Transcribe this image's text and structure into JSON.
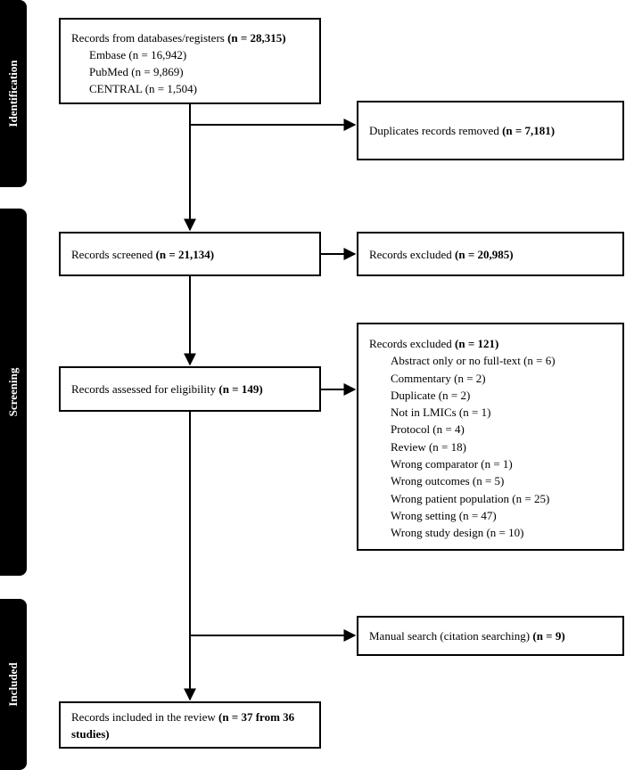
{
  "phases": {
    "identification": "Identification",
    "screening": "Screening",
    "included": "Included"
  },
  "identification_box": {
    "title_prefix": "Records from databases/registers ",
    "title_count": "(n = 28,315)",
    "sources": [
      "Embase (n = 16,942)",
      "PubMed (n = 9,869)",
      "CENTRAL (n = 1,504)"
    ]
  },
  "duplicates_box": {
    "prefix": "Duplicates records removed ",
    "count": "(n = 7,181)"
  },
  "screened_box": {
    "prefix": "Records screened ",
    "count": "(n = 21,134)"
  },
  "excluded_box": {
    "prefix": "Records excluded ",
    "count": "(n = 20,985)"
  },
  "eligibility_box": {
    "prefix": "Records assessed for eligibility ",
    "count": "(n = 149)"
  },
  "excluded_reasons_box": {
    "prefix": "Records excluded ",
    "count": "(n = 121)",
    "reasons": [
      "Abstract only or no full-text (n = 6)",
      "Commentary (n = 2)",
      "Duplicate (n = 2)",
      "Not in LMICs (n = 1)",
      "Protocol (n = 4)",
      "Review (n = 18)",
      "Wrong comparator (n = 1)",
      "Wrong outcomes (n = 5)",
      "Wrong patient population (n = 25)",
      "Wrong setting (n = 47)",
      "Wrong study design (n = 10)"
    ]
  },
  "manual_box": {
    "prefix": "Manual search (citation searching) ",
    "count": "(n = 9)"
  },
  "included_box": {
    "prefix": "Records included in the review ",
    "count": "(n = 37 from 36 studies)"
  }
}
